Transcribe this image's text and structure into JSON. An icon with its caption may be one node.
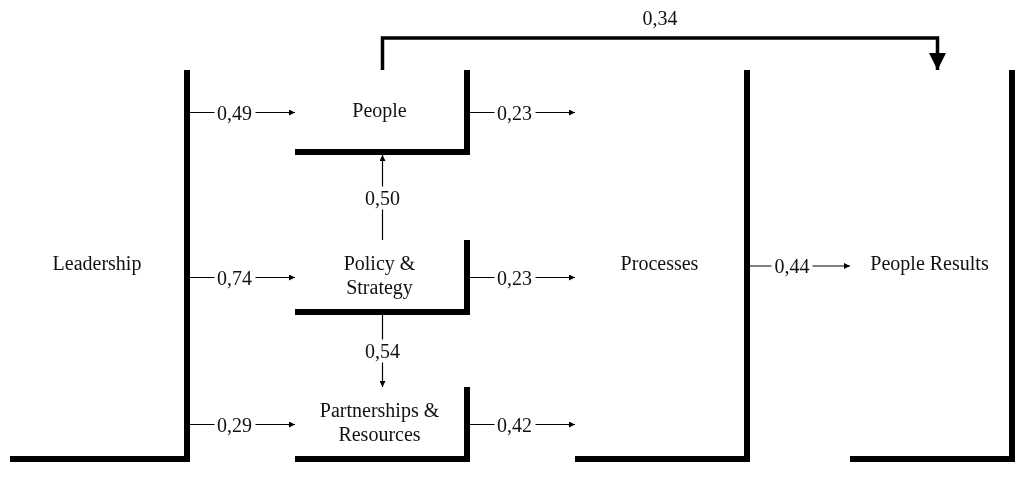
{
  "diagram": {
    "nodes": [
      {
        "text": [
          "Leadership"
        ]
      },
      {
        "text": [
          "People"
        ]
      },
      {
        "text": [
          "Policy & Strategy"
        ]
      },
      {
        "text": [
          "Partnerships & Resources"
        ]
      },
      {
        "text": [
          "Processes"
        ]
      },
      {
        "text": [
          "People Results"
        ]
      }
    ],
    "edges": [
      {
        "from": 0,
        "to": 1,
        "arrow": "to",
        "label": "0,49"
      },
      {
        "from": 0,
        "to": 2,
        "arrow": "to",
        "label": "0,74"
      },
      {
        "from": 0,
        "to": 3,
        "arrow": "to",
        "label": "0,29"
      },
      {
        "from": 1,
        "to": 4,
        "arrow": "to",
        "label": "0,23"
      },
      {
        "from": 2,
        "to": 4,
        "arrow": "to",
        "label": "0,23"
      },
      {
        "from": 3,
        "to": 4,
        "arrow": "to",
        "label": "0,42"
      },
      {
        "from": 4,
        "to": 5,
        "arrow": "to",
        "label": "0,44"
      },
      {
        "from": 2,
        "to": 1,
        "arrow": "to",
        "label": "0,50"
      },
      {
        "from": 2,
        "to": 3,
        "arrow": "to",
        "label": "0,54"
      },
      {
        "from": 1,
        "to": 5,
        "arrow": "to",
        "label": "0,34",
        "style": "thick"
      }
    ]
  }
}
